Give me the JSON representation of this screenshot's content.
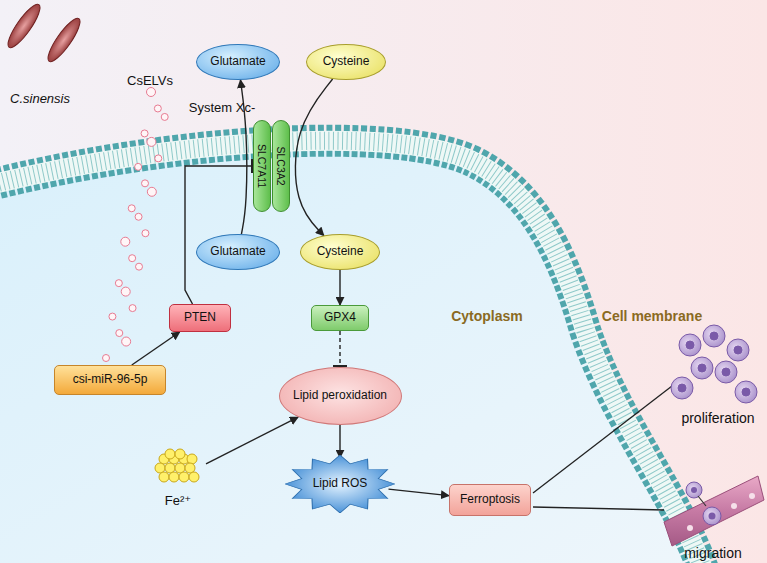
{
  "diagram": {
    "nodes": [
      {
        "text": [
          "Glutamate"
        ]
      },
      {
        "text": [
          "Cysteine"
        ]
      },
      {
        "text": [
          "SLC7A11"
        ]
      },
      {
        "text": [
          "SLC3A2"
        ]
      },
      {
        "text": [
          "Glutamate"
        ]
      },
      {
        "text": [
          "Cysteine"
        ]
      },
      {
        "text": [
          "PTEN"
        ]
      },
      {
        "text": [
          "GPX4"
        ]
      },
      {
        "text": [
          "csi-miR-96-5p"
        ]
      },
      {
        "text": [
          "Lipid peroxidation"
        ]
      },
      {
        "text": [
          "Fe²⁺"
        ]
      },
      {
        "text": [
          "Lipid ROS"
        ]
      },
      {
        "text": [
          "Ferroptosis"
        ]
      }
    ],
    "edges": [
      {
        "from": 8,
        "to": 6,
        "arrow": "to"
      },
      {
        "from": 6,
        "to": 2,
        "arrow": "to"
      },
      {
        "from": 4,
        "to": 0,
        "arrow": "to"
      },
      {
        "from": 1,
        "to": 5,
        "arrow": "to"
      },
      {
        "from": 5,
        "to": 7,
        "arrow": "to"
      },
      {
        "from": 7,
        "to": 9,
        "arrow": "to"
      },
      {
        "from": 10,
        "to": 9,
        "arrow": "to"
      },
      {
        "from": 9,
        "to": 11,
        "arrow": "to"
      },
      {
        "from": 11,
        "to": 12,
        "arrow": "to"
      }
    ],
    "labels": [
      "C.sinensis",
      "CsELVs",
      "System Xc-",
      "Cytoplasm",
      "Cell membrane",
      "proliferation",
      "migration"
    ]
  }
}
